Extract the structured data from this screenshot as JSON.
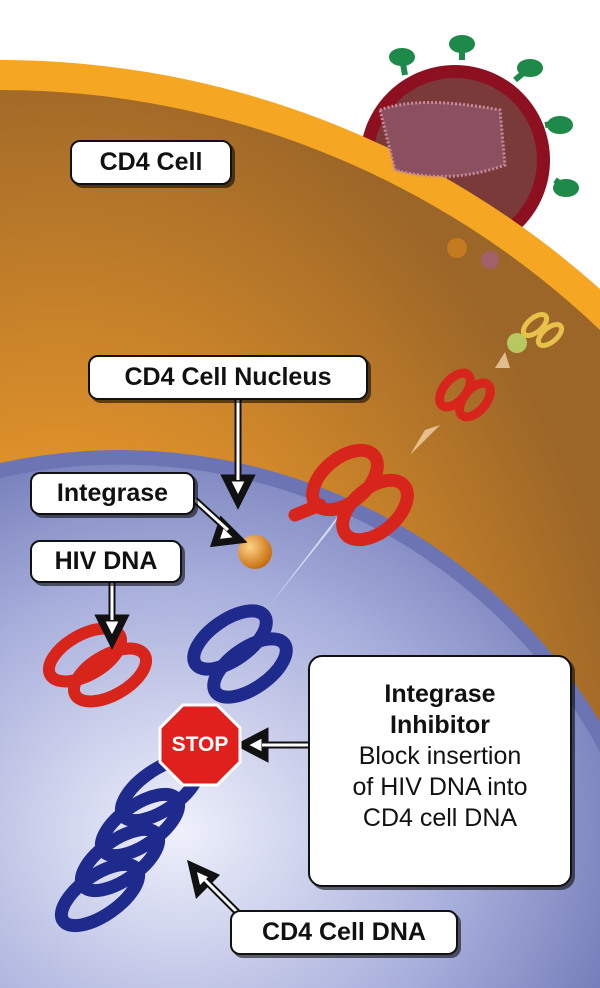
{
  "labels": {
    "cd4_cell": "CD4 Cell",
    "cd4_cell_nucleus": "CD4 Cell Nucleus",
    "integrase": "Integrase",
    "hiv_dna": "HIV DNA",
    "cd4_cell_dna": "CD4 Cell DNA"
  },
  "info_box": {
    "title_line1": "Integrase",
    "title_line2": "Inhibitor",
    "body_line1": "Block insertion",
    "body_line2": "of HIV DNA into",
    "body_line3": "CD4 cell DNA"
  },
  "stop_sign": {
    "text": "STOP",
    "color": "#e0201c"
  },
  "colors": {
    "membrane": "#f5a623",
    "cytoplasm": "#c47f28",
    "nucleus": "#8f97cc",
    "hiv_dna": "#d8251c",
    "cd4_dna": "#1e2a8c",
    "virus": "#8c1020",
    "spikes": "#1e8a4a"
  }
}
